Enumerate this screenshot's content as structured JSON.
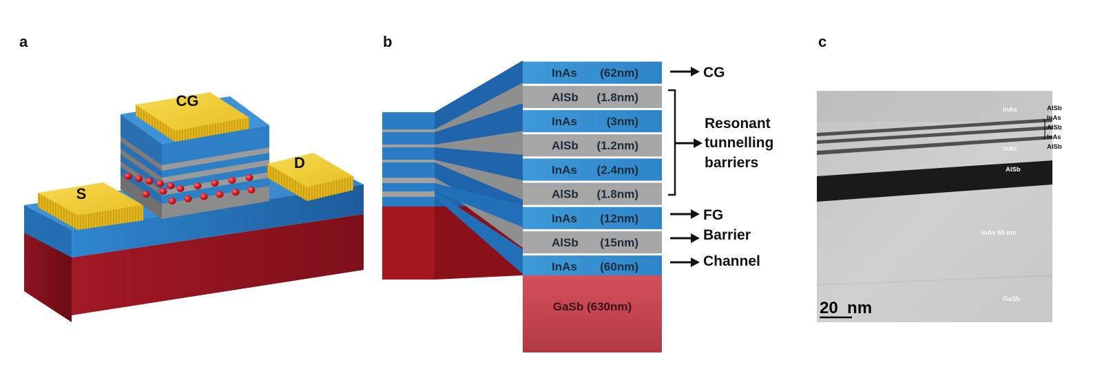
{
  "panels": {
    "a": "a",
    "b": "b",
    "c": "c"
  },
  "device": {
    "cg": "CG",
    "s": "S",
    "d": "D"
  },
  "layers": [
    {
      "material": "InAs",
      "thickness": "(62nm)",
      "kind": "inas"
    },
    {
      "material": "AlSb",
      "thickness": "(1.8nm)",
      "kind": "alsb"
    },
    {
      "material": "InAs",
      "thickness": "(3nm)",
      "kind": "inas"
    },
    {
      "material": "AlSb",
      "thickness": "(1.2nm)",
      "kind": "alsb"
    },
    {
      "material": "InAs",
      "thickness": "(2.4nm)",
      "kind": "inas"
    },
    {
      "material": "AlSb",
      "thickness": "(1.8nm)",
      "kind": "alsb"
    },
    {
      "material": "InAs",
      "thickness": "(12nm)",
      "kind": "inas"
    },
    {
      "material": "AlSb",
      "thickness": "(15nm)",
      "kind": "alsb"
    },
    {
      "material": "InAs",
      "thickness": "(60nm)",
      "kind": "inas"
    }
  ],
  "substrate": "GaSb (630nm)",
  "annotations": {
    "cg": "CG",
    "resonant_1": "Resonant",
    "resonant_2": "tunnelling",
    "resonant_3": "barriers",
    "fg": "FG",
    "barrier": "Barrier",
    "channel": "Channel"
  },
  "tem": {
    "inas_top": "InAs",
    "inas_mid": "InAs",
    "alsb": "AlSb",
    "inas_60": "InAs 60 nm",
    "gasb": "GaSb",
    "scale": "20  nm",
    "side": [
      "AlSb",
      "InAs",
      "AlSb",
      "InAs",
      "AlSb"
    ]
  },
  "colors": {
    "inas": "#3b8fd0",
    "alsb": "#a6a6a6",
    "gasb": "#b8414b",
    "gold": "#f2cf3a",
    "red_dark": "#8e1520"
  }
}
